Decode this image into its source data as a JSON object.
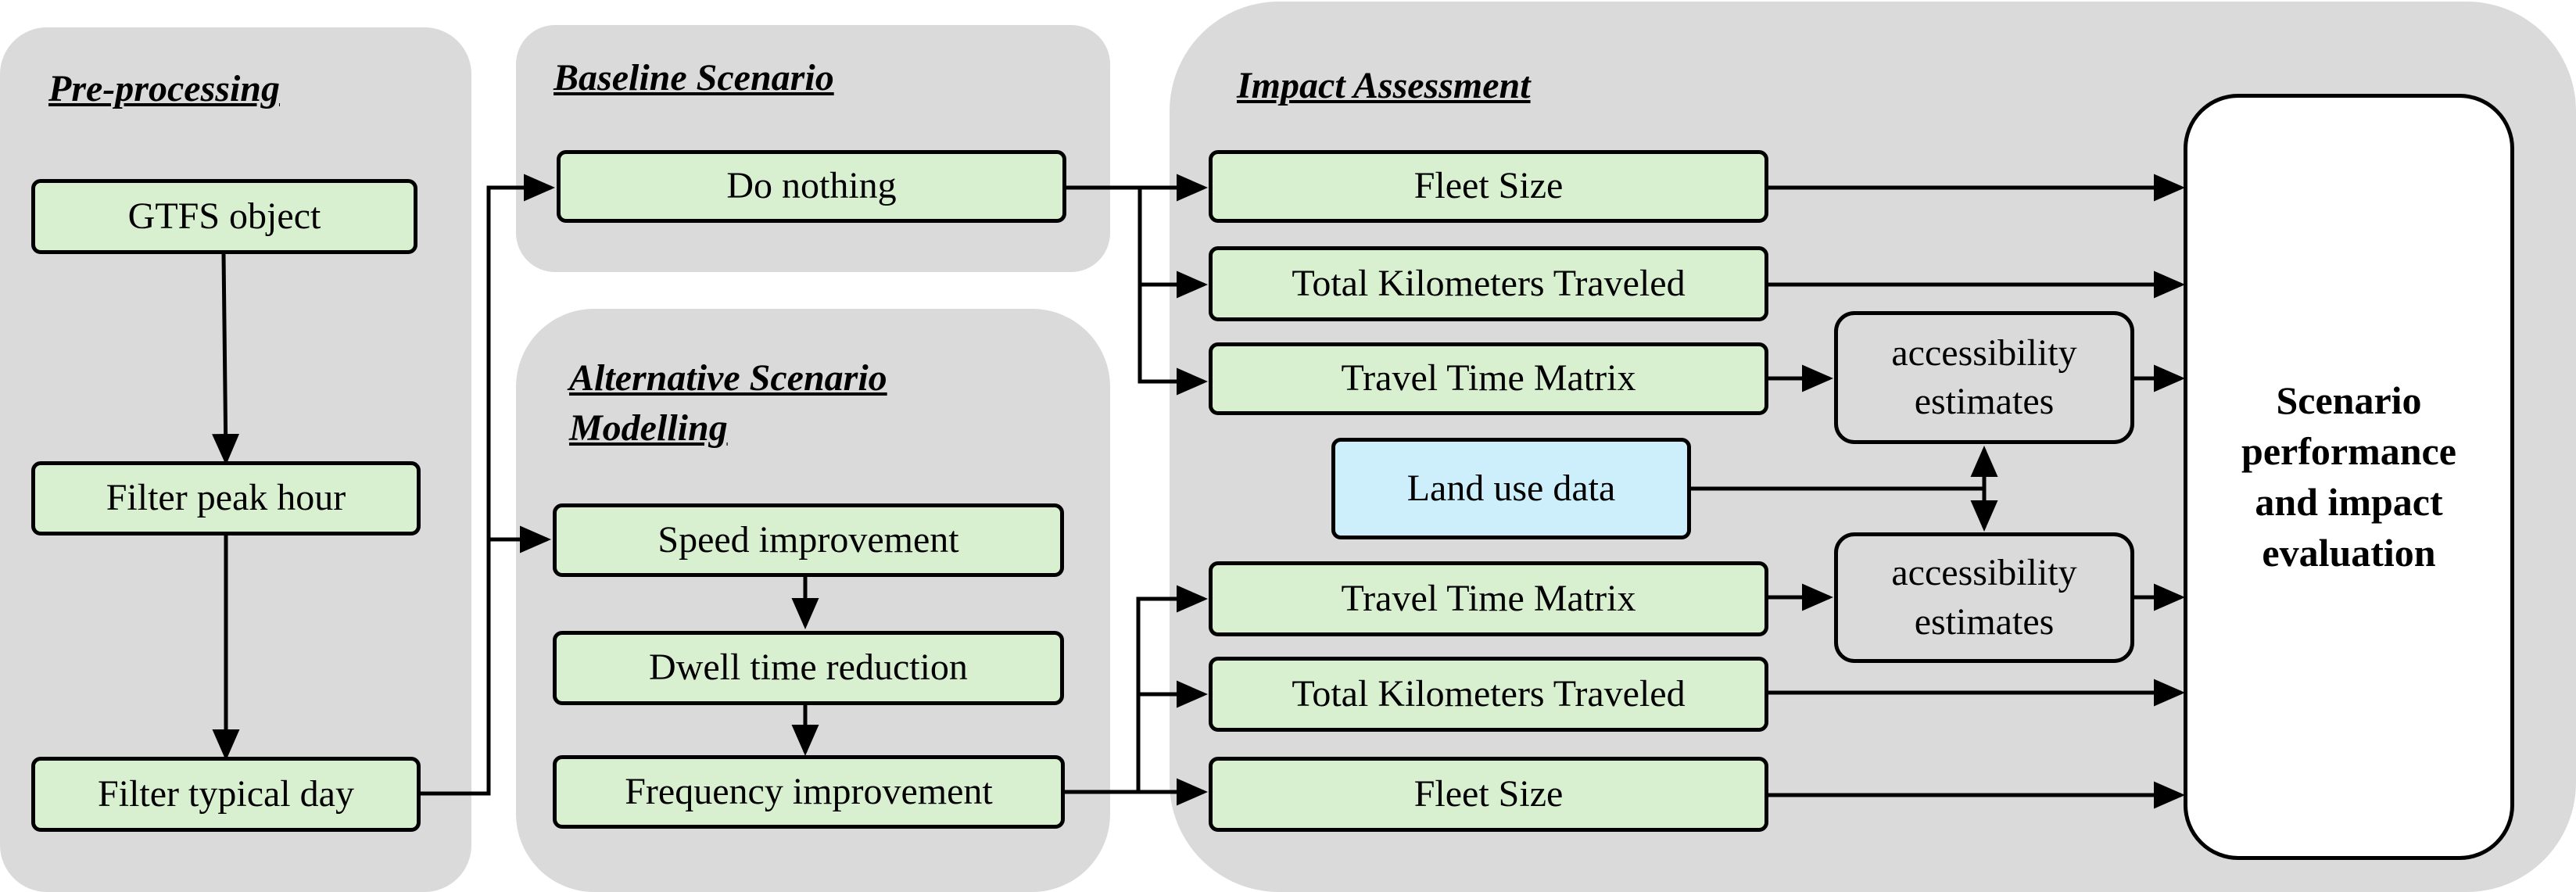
{
  "panels": {
    "preprocessing": "Pre-processing",
    "baseline": "Baseline Scenario",
    "alternative_line1": "Alternative Scenario",
    "alternative_line2": "Modelling",
    "impact": "Impact Assessment"
  },
  "preprocessing": {
    "gtfs": "GTFS object",
    "peak": "Filter peak hour",
    "typical": "Filter typical day"
  },
  "baseline": {
    "do_nothing": "Do nothing"
  },
  "alternative": {
    "speed": "Speed improvement",
    "dwell": "Dwell time reduction",
    "frequency": "Frequency improvement"
  },
  "impact": {
    "fleet_top": "Fleet Size",
    "km_top": "Total Kilometers Traveled",
    "ttm_top": "Travel Time Matrix",
    "access_top_line1": "accessibility",
    "access_top_line2": "estimates",
    "land_use": "Land use data",
    "access_bottom_line1": "accessibility",
    "access_bottom_line2": "estimates",
    "ttm_bottom": "Travel Time Matrix",
    "km_bottom": "Total Kilometers Traveled",
    "fleet_bottom": "Fleet Size"
  },
  "evaluation": {
    "line1": "Scenario",
    "line2": "performance",
    "line3": "and impact",
    "line4": "evaluation"
  },
  "colors": {
    "panel": "#dadada",
    "process_box": "#d8f0d0",
    "data_box": "#cdeefb",
    "outline": "#000000"
  }
}
